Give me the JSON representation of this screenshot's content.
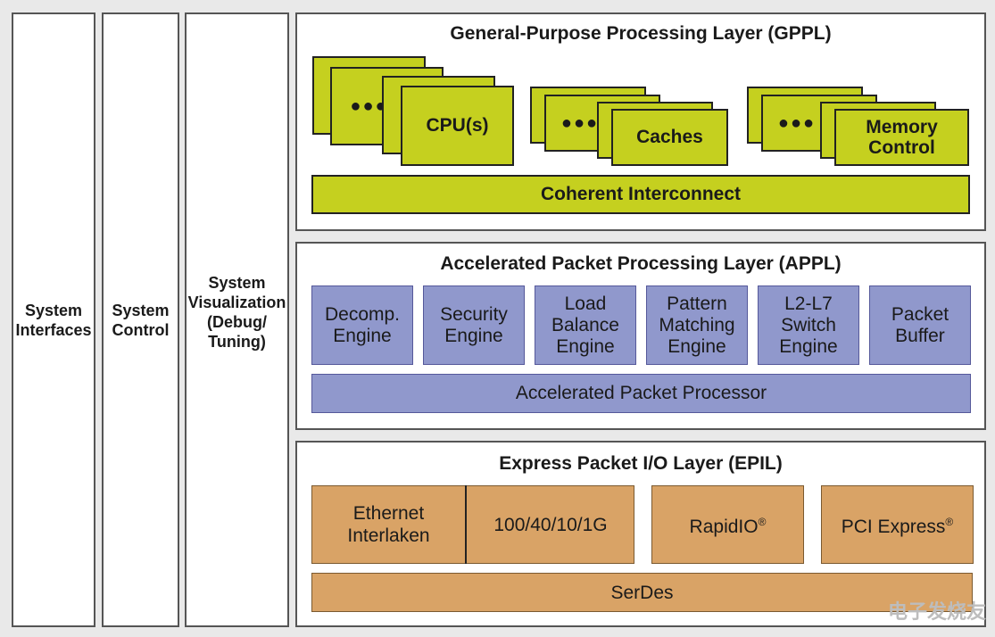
{
  "columns": {
    "system_interfaces": "System\nInterfaces",
    "system_control": "System\nControl",
    "system_visualization": "System\nVisualization\n(Debug/\nTuning)"
  },
  "gppl": {
    "title": "General-Purpose Processing Layer (GPPL)",
    "cpu": "CPU(s)",
    "caches": "Caches",
    "memory_control": "Memory\nControl",
    "dots": "●●●",
    "interconnect": "Coherent Interconnect"
  },
  "appl": {
    "title": "Accelerated Packet Processing Layer (APPL)",
    "engines": [
      "Decomp.\nEngine",
      "Security\nEngine",
      "Load\nBalance\nEngine",
      "Pattern\nMatching\nEngine",
      "L2-L7\nSwitch\nEngine",
      "Packet\nBuffer"
    ],
    "processor": "Accelerated Packet Processor"
  },
  "epil": {
    "title": "Express Packet I/O Layer (EPIL)",
    "ethernet": "Ethernet\nInterlaken",
    "speeds": "100/40/10/1G",
    "rapidio": "RapidIO",
    "pci": "PCI Express",
    "registered": "®",
    "serdes": "SerDes"
  },
  "watermark": "电子发烧友"
}
